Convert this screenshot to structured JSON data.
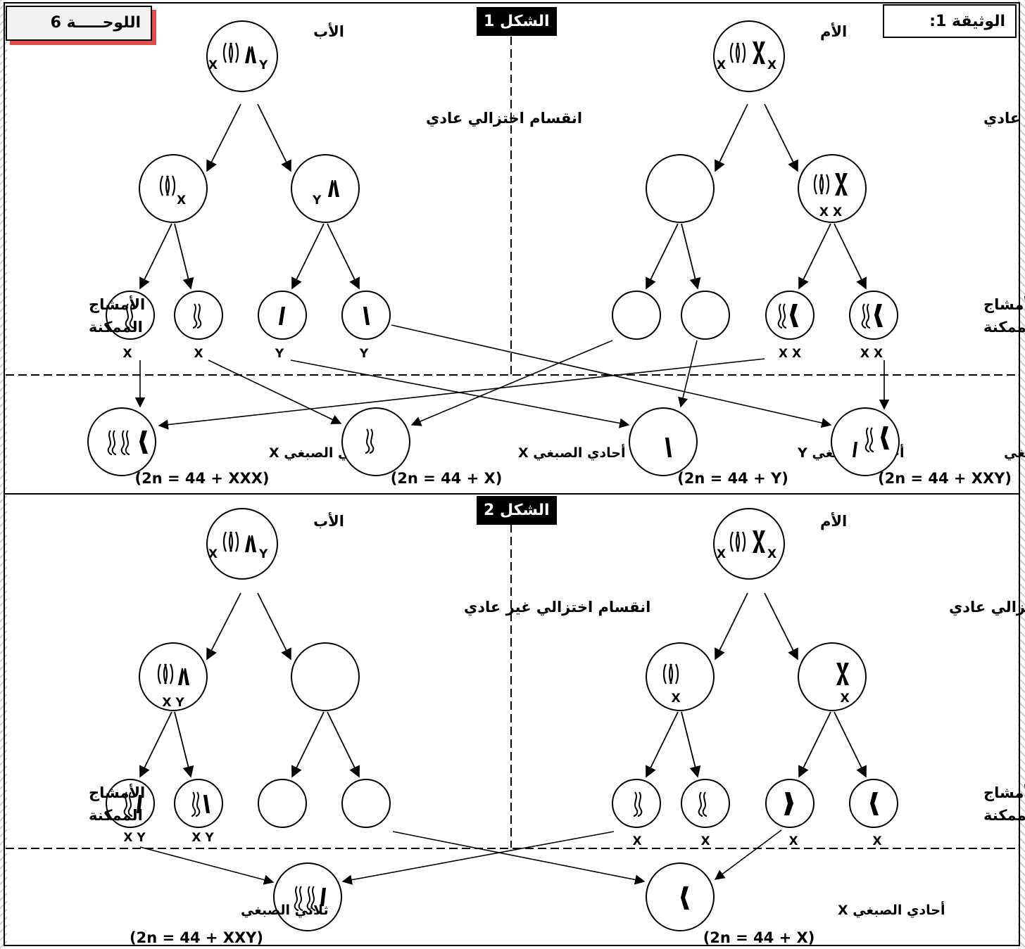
{
  "document_title": "الوثيقة 1:",
  "board_label": "اللوحـــــة 6",
  "figure1": {
    "title": "الشكل 1",
    "mother_label": "الأم",
    "father_label": "الأب",
    "mother_division": "انقسام اختزالي غير عادي",
    "father_division": "انقسام اختزالي عادي",
    "gametes_label_line1": "الأمشاج",
    "gametes_label_line2": "الممكنة",
    "mother_cell_labels": [
      "X",
      "X"
    ],
    "father_cell_labels": [
      "X",
      "Y"
    ],
    "mother_division_cell_label": "X X",
    "father_division_cells": [
      "X",
      "Y"
    ],
    "mother_gametes": [
      "X X",
      "X X"
    ],
    "father_gametes": [
      "X",
      "X",
      "Y",
      "Y"
    ],
    "zygotes": [
      {
        "name": "ثلاثي الصبغي X",
        "formula": "(2n = 44 + XXX)"
      },
      {
        "name": "أحادي الصبغي X",
        "formula": "(2n = 44 + X)"
      },
      {
        "name": "أحادي الصبغي Y",
        "formula": "(2n = 44 + Y)"
      },
      {
        "name": "ثلاثي الصبغي",
        "formula": "(2n = 44 + XXY)"
      }
    ]
  },
  "figure2": {
    "title": "الشكل 2",
    "mother_label": "الأم",
    "father_label": "الأب",
    "mother_division": "انقسام اختزالي عادي",
    "father_division": "انقسام اختزالي غير عادي",
    "gametes_label_line1": "الأمشاج",
    "gametes_label_line2": "الممكنة",
    "mother_cell_labels": [
      "X",
      "X"
    ],
    "father_cell_labels": [
      "X",
      "Y"
    ],
    "mother_division_cells": [
      "X",
      "X"
    ],
    "father_division_cell_label": "X Y",
    "mother_gametes": [
      "X",
      "X",
      "X",
      "X"
    ],
    "father_gametes": [
      "X Y",
      "X Y"
    ],
    "zygotes": [
      {
        "name": "ثلاثي الصبغي",
        "formula": "(2n = 44 + XXY)"
      },
      {
        "name": "أحادي الصبغي X",
        "formula": "(2n = 44 + X)"
      }
    ]
  }
}
